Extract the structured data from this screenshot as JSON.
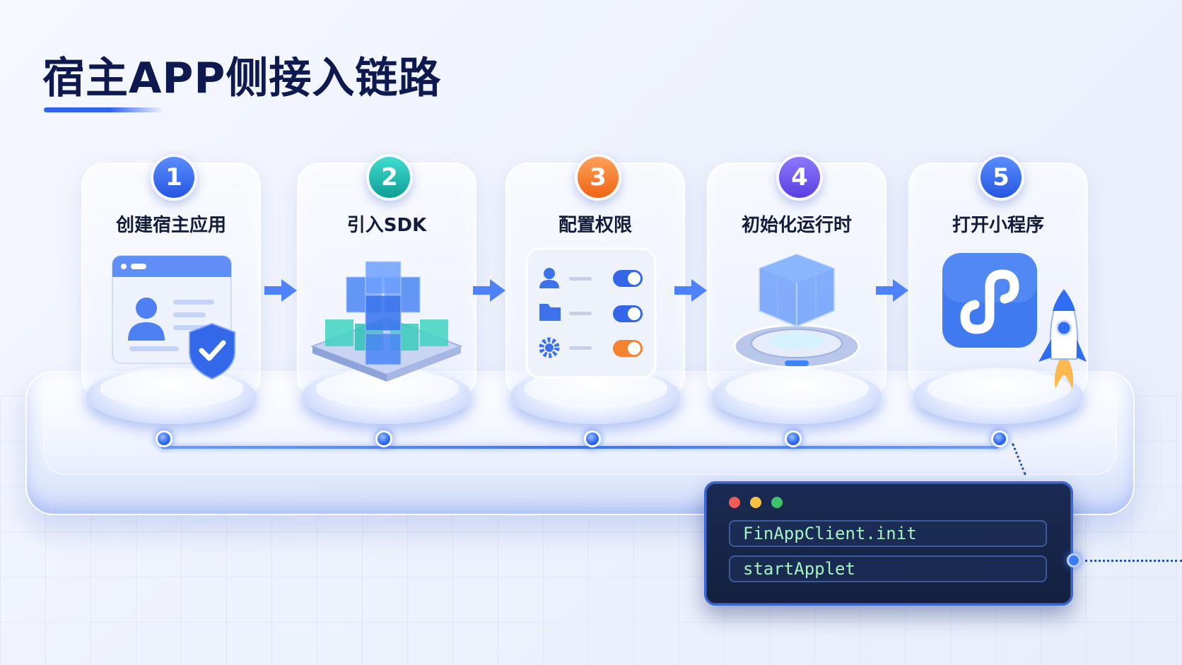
{
  "title": "宿主APP侧接入链路",
  "steps": [
    {
      "number": "1",
      "label": "创建宿主应用",
      "color": "#2f6df2"
    },
    {
      "number": "2",
      "label": "引入SDK",
      "color": "#17b7ad"
    },
    {
      "number": "3",
      "label": "配置权限",
      "color": "#f57b2a"
    },
    {
      "number": "4",
      "label": "初始化运行时",
      "color": "#6b52e8"
    },
    {
      "number": "5",
      "label": "打开小程序",
      "color": "#2f6df2"
    }
  ],
  "code": {
    "lines": [
      "FinAppClient.init",
      "startApplet"
    ],
    "traffic_lights": [
      "#f25c54",
      "#f7c244",
      "#3fc46a"
    ]
  },
  "icons": [
    "browser-profile-icon",
    "shield-check-icon",
    "sdk-cubes-icon",
    "user-icon",
    "folder-icon",
    "gear-icon",
    "toggle-icon",
    "runtime-cube-icon",
    "miniprogram-logo-icon",
    "rocket-icon",
    "arrow-right-icon"
  ]
}
